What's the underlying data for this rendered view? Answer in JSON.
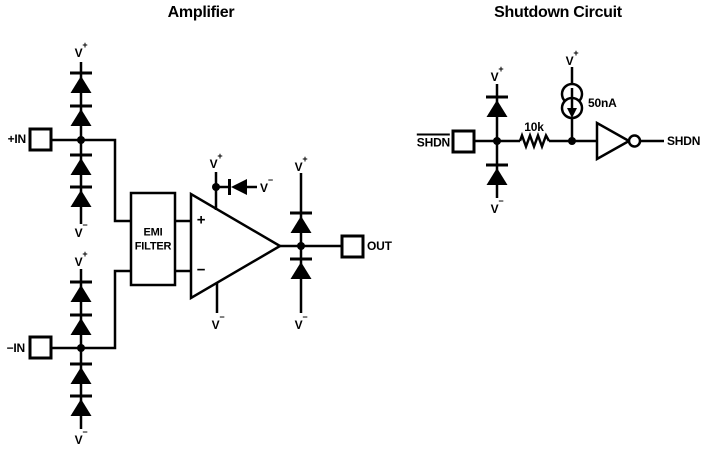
{
  "page": {
    "background": "#ffffff",
    "ink": "#000000"
  },
  "titles": {
    "amplifier": "Amplifier",
    "shutdown": "Shutdown Circuit"
  },
  "supply": {
    "pos": {
      "base": "V",
      "sup": "+"
    },
    "neg": {
      "base": "V",
      "sup": "−"
    }
  },
  "ports": {
    "in_plus": "+IN",
    "in_minus": "−IN",
    "out": "OUT",
    "shdn_in": "SHDN",
    "shdn_out": "SHDN"
  },
  "emi_filter": {
    "line1": "EMI",
    "line2": "FILTER"
  },
  "opamp": {
    "noninverting": "+",
    "inverting": "−"
  },
  "components": {
    "resistor_value": "10k",
    "current_source_value": "50nA"
  }
}
